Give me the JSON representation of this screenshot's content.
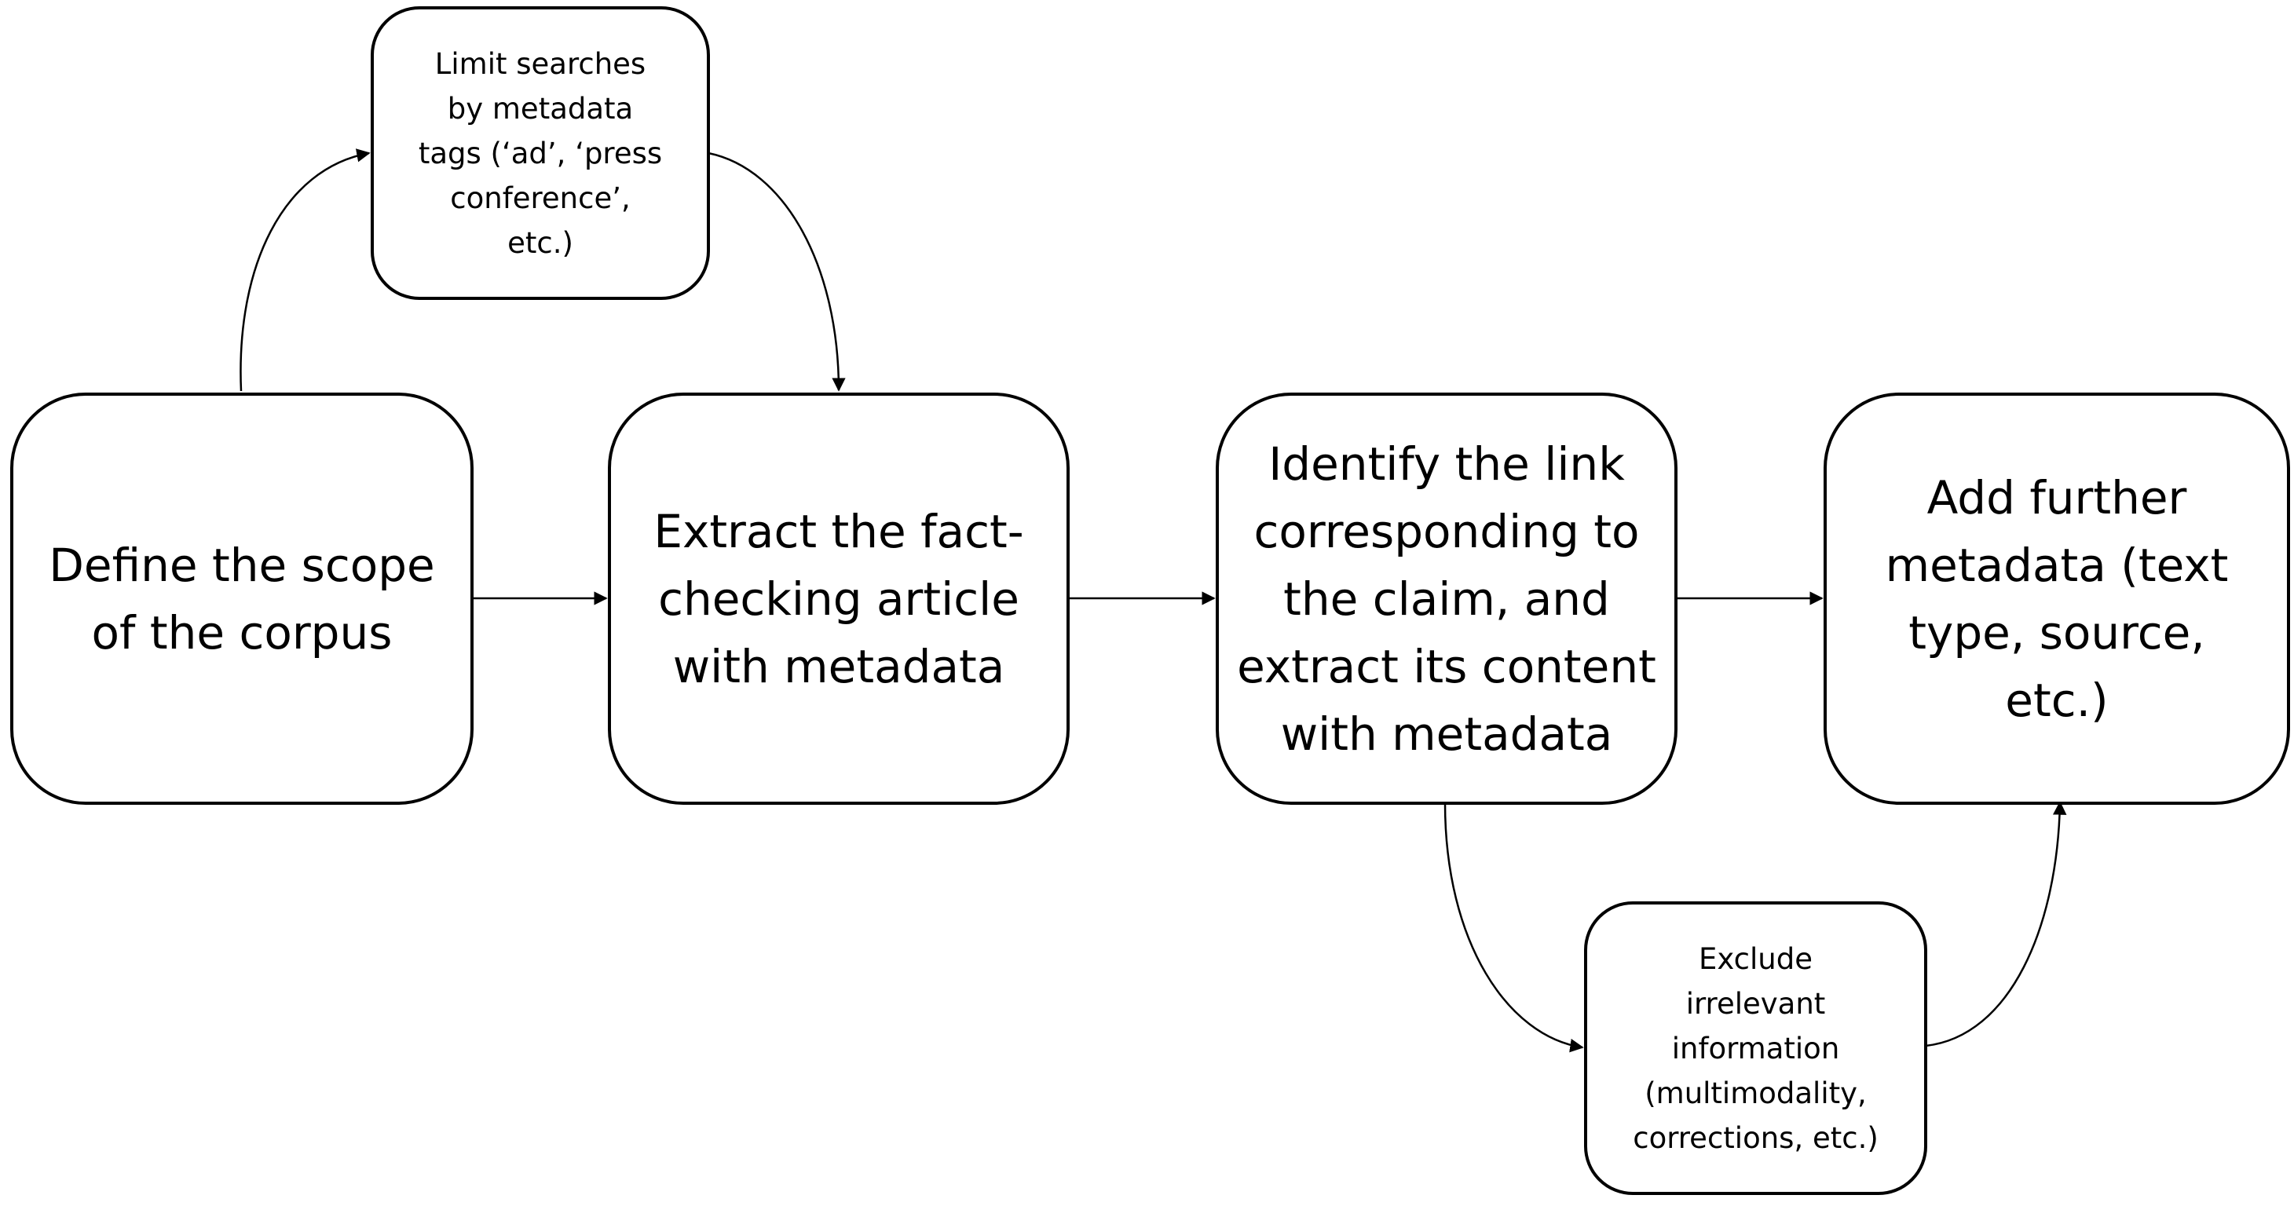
{
  "diagram": {
    "nodes": {
      "define_scope": "Define the scope\nof the corpus",
      "limit_searches": "Limit searches\nby metadata\ntags (‘ad’, ‘press\nconference’,\netc.)",
      "extract_article": "Extract the fact-\nchecking article\nwith metadata",
      "identify_link": "Identify the link\ncorresponding to\nthe claim, and\nextract its content\nwith metadata",
      "add_metadata": "Add further\nmetadata (text\ntype, source,\netc.)",
      "exclude_info": "Exclude\nirrelevant\ninformation\n(multimodality,\ncorrections, etc.)"
    },
    "edges": [
      {
        "from": "define_scope",
        "to": "limit_searches"
      },
      {
        "from": "limit_searches",
        "to": "extract_article"
      },
      {
        "from": "define_scope",
        "to": "extract_article"
      },
      {
        "from": "extract_article",
        "to": "identify_link"
      },
      {
        "from": "identify_link",
        "to": "add_metadata"
      },
      {
        "from": "identify_link",
        "to": "exclude_info"
      },
      {
        "from": "exclude_info",
        "to": "add_metadata"
      }
    ]
  }
}
